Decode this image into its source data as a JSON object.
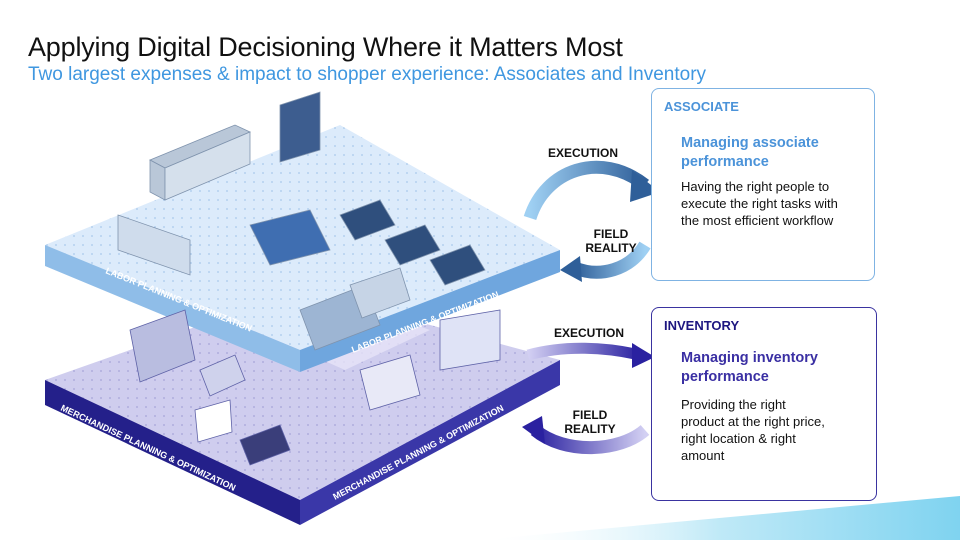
{
  "header": {
    "title": "Applying Digital Decisioning Where it Matters Most",
    "subtitle": "Two largest expenses & impact to shopper experience: Associates and Inventory"
  },
  "layers": {
    "top_label": "LABOR PLANNING & OPTIMIZATION",
    "bottom_label": "MERCHANDISE PLANNING & OPTIMIZATION"
  },
  "flows": {
    "associate": {
      "execution": "EXECUTION",
      "field_reality": "FIELD\nREALITY"
    },
    "inventory": {
      "execution": "EXECUTION",
      "field_reality": "FIELD\nREALITY"
    }
  },
  "cards": {
    "associate": {
      "heading": "ASSOCIATE",
      "subheading": "Managing associate performance",
      "body": "Having the right people to execute the right tasks with the most efficient workflow"
    },
    "inventory": {
      "heading": "INVENTORY",
      "subheading": "Managing inventory performance",
      "body": "Providing the right product at the right price, right location & right amount"
    }
  },
  "colors": {
    "subtitle": "#3f97e0",
    "associate_accent": "#4b93d9",
    "inventory_accent": "#1d1680",
    "top_floor": "#dcebfb",
    "bottom_floor": "#c9c9ec"
  }
}
